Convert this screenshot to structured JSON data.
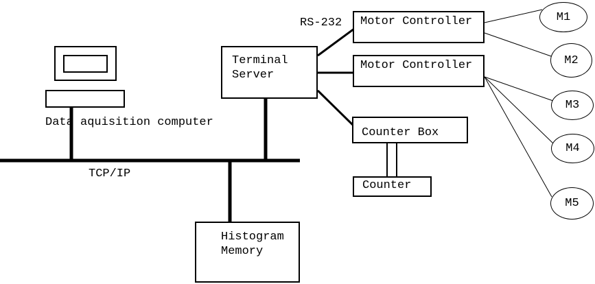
{
  "diagram_type": "system-architecture",
  "colors": {
    "ink": "#000000",
    "background": "#ffffff"
  },
  "nodes": {
    "data_acquisition_computer": {
      "label": "Data aquisition computer"
    },
    "terminal_server": {
      "label": "Terminal\nServer"
    },
    "motor_controller_1": {
      "label": "Motor Controller"
    },
    "motor_controller_2": {
      "label": "Motor Controller"
    },
    "counter_box": {
      "label": "Counter Box"
    },
    "counter": {
      "label": "Counter"
    },
    "histogram_memory": {
      "label": "Histogram\nMemory"
    },
    "motors": [
      {
        "label": "M1"
      },
      {
        "label": "M2"
      },
      {
        "label": "M3"
      },
      {
        "label": "M4"
      },
      {
        "label": "M5"
      }
    ]
  },
  "connections": {
    "bus_label": "TCP/IP",
    "serial_link_label": "RS-232"
  }
}
